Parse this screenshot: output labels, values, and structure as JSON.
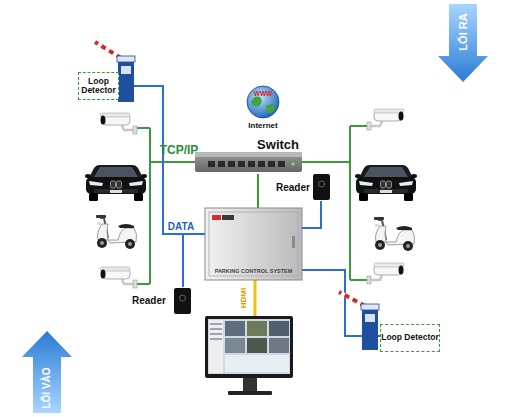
{
  "diagram": {
    "nodes": [
      {
        "text": [
          "Loop Detector"
        ]
      },
      {
        "text": [
          "Internet"
        ]
      },
      {
        "text": [
          "Switch"
        ]
      },
      {
        "text": [
          "Reader"
        ]
      },
      {
        "text": [
          "PARKING CONTROL SYSTEM"
        ]
      },
      {
        "text": [
          "Reader"
        ]
      },
      {
        "text": [
          "Loop Detector"
        ]
      }
    ],
    "edges": [
      {
        "from": 2,
        "to": 4,
        "arrow": "none"
      },
      {
        "from": 4,
        "to": 3,
        "arrow": "none"
      },
      {
        "from": 4,
        "to": 5,
        "arrow": "none"
      },
      {
        "from": 4,
        "to": 0,
        "arrow": "none"
      },
      {
        "from": 4,
        "to": 6,
        "arrow": "none"
      }
    ],
    "labels": [
      "LỐI RA",
      "WWW",
      "TCP/IP",
      "DATA",
      "HDMI",
      "LỐI VÀO"
    ]
  }
}
